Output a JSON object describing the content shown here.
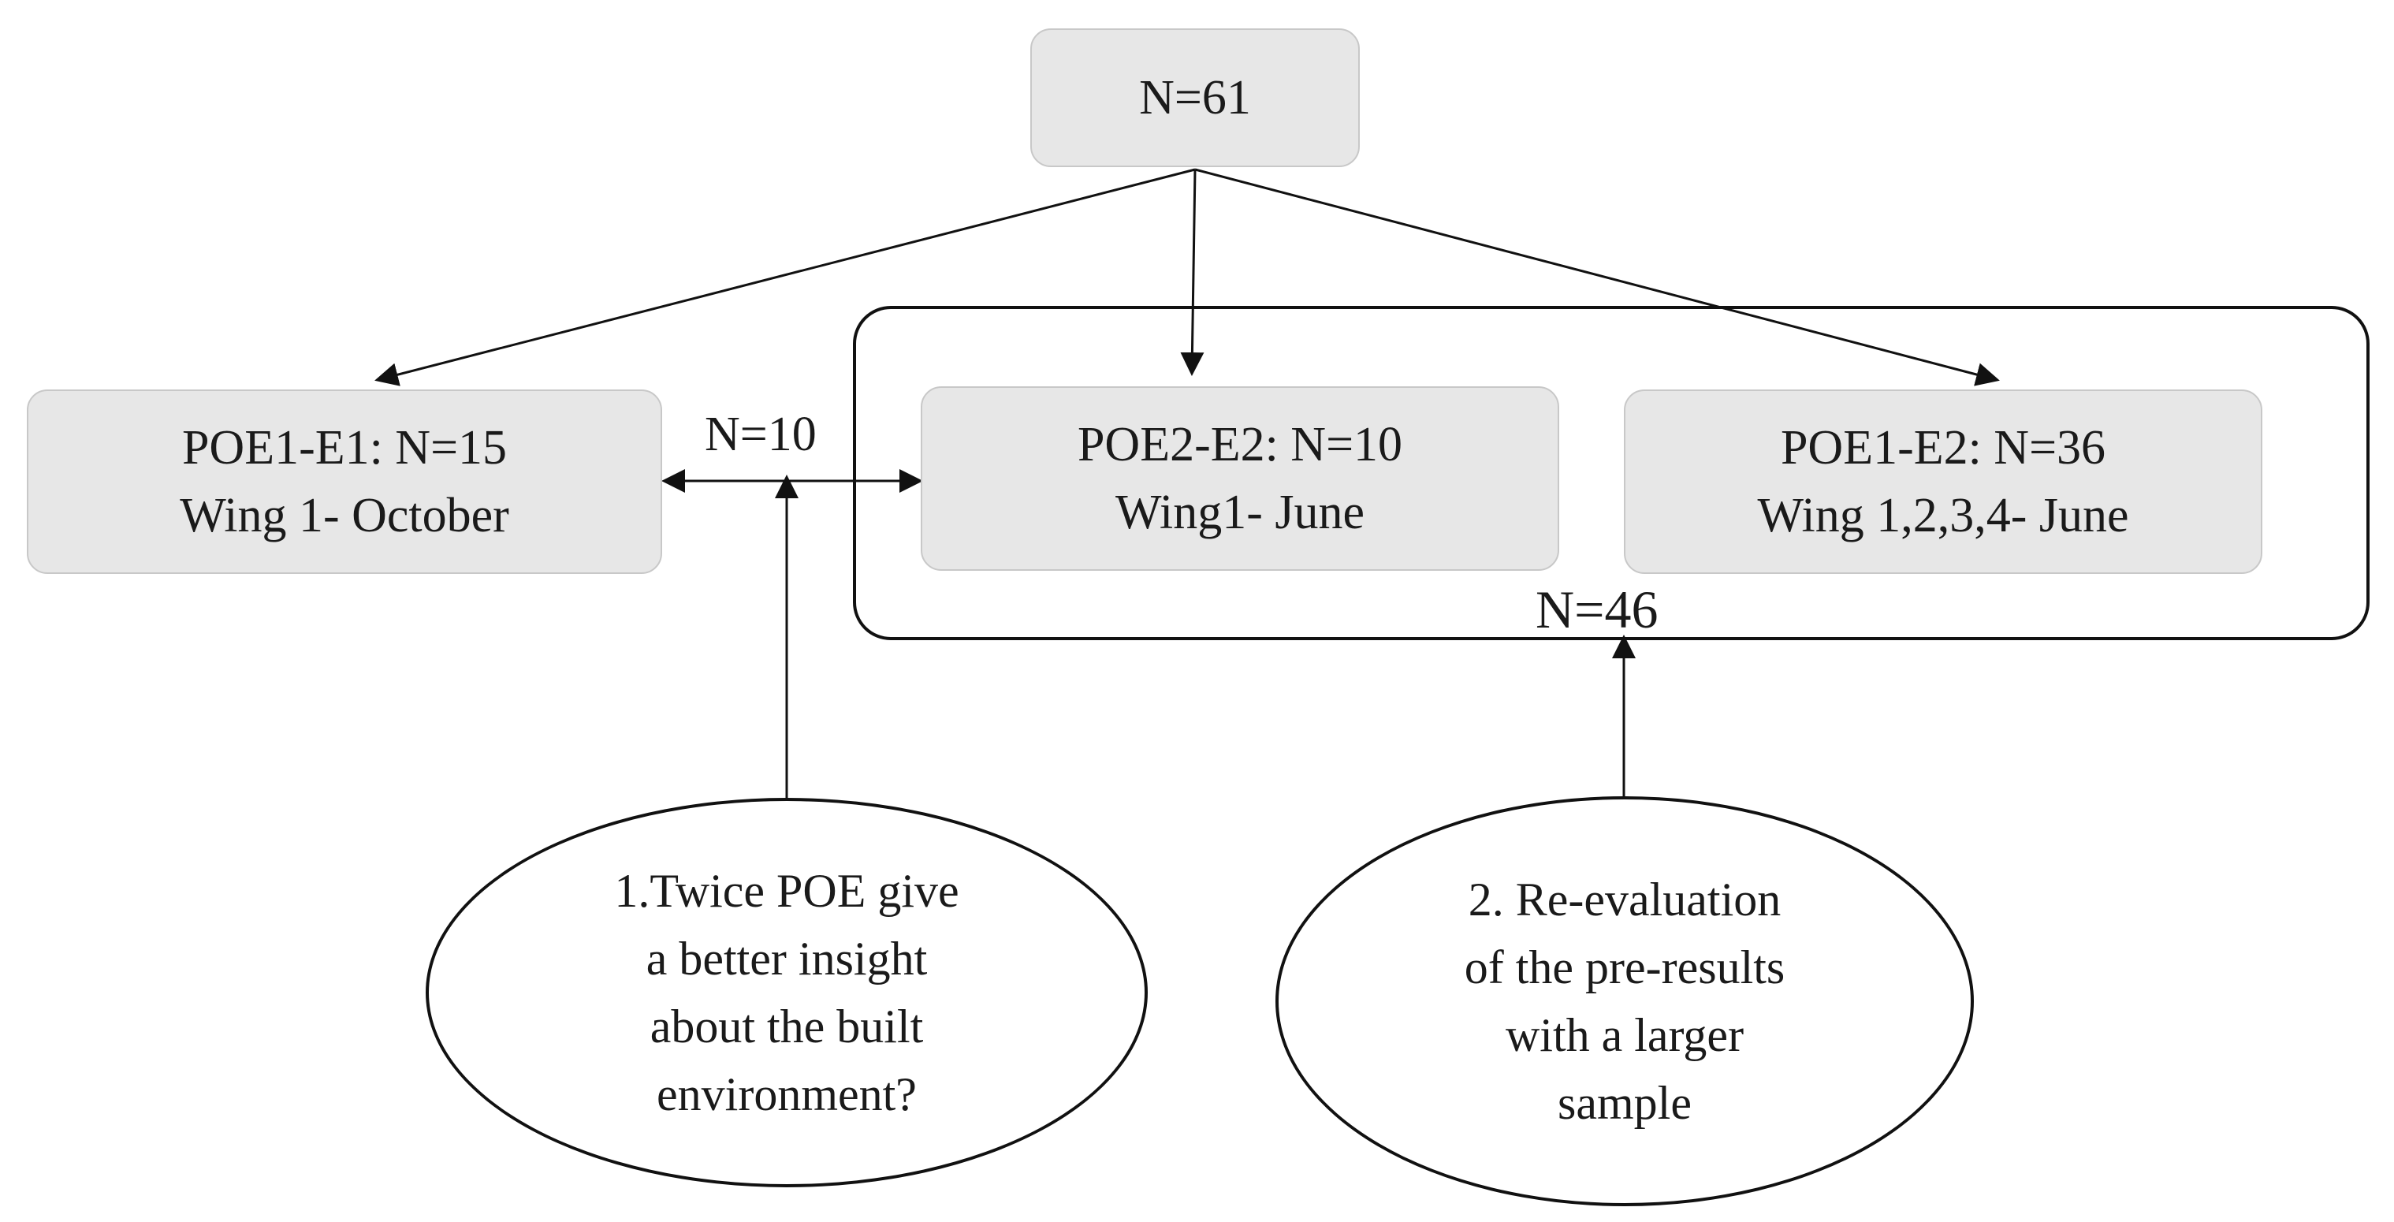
{
  "nodes": {
    "root": {
      "text": "N=61"
    },
    "poe1_e1": {
      "line1": "POE1-E1: N=15",
      "line2": "Wing 1- October"
    },
    "poe2_e2": {
      "line1": "POE2-E2: N=10",
      "line2": "Wing1- June"
    },
    "poe1_e2": {
      "line1": "POE1-E2: N=36",
      "line2": "Wing 1,2,3,4- June"
    }
  },
  "labels": {
    "n10": "N=10",
    "n46": "N=46"
  },
  "questions": {
    "q1": {
      "lines": [
        "1.Twice POE give",
        "a better insight",
        "about the built",
        "environment?"
      ]
    },
    "q2": {
      "lines": [
        "2. Re-evaluation",
        "of the pre-results",
        "with a larger",
        "sample"
      ]
    }
  },
  "colors": {
    "box_fill": "#e7e7e7",
    "box_border": "#c8c8c8",
    "line": "#111111"
  }
}
